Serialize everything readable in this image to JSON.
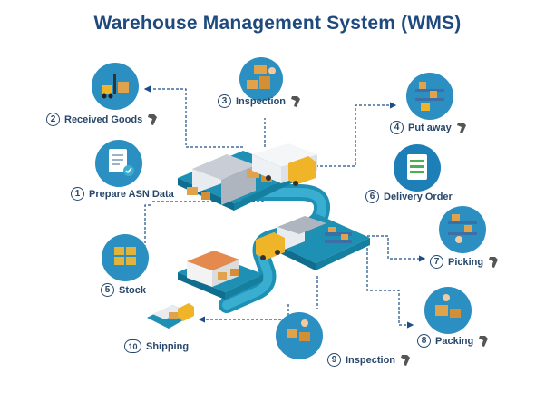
{
  "title": "Warehouse Management System (WMS)",
  "steps": [
    {
      "num": "1",
      "label": "Prepare ASN Data"
    },
    {
      "num": "2",
      "label": "Received Goods"
    },
    {
      "num": "3",
      "label": "Inspection"
    },
    {
      "num": "4",
      "label": "Put away"
    },
    {
      "num": "5",
      "label": "Stock"
    },
    {
      "num": "6",
      "label": "Delivery Order"
    },
    {
      "num": "7",
      "label": "Picking"
    },
    {
      "num": "8",
      "label": "Packing"
    },
    {
      "num": "9",
      "label": "Inspection"
    },
    {
      "num": "10",
      "label": "Shipping"
    }
  ],
  "colors": {
    "title": "#1f4a7e",
    "label": "#27476b",
    "track": "#1d90b4",
    "track_top": "#3aaed0",
    "circle_bg": "#2c8fc2",
    "dashed": "#1c4d86",
    "box": "#e0a24b",
    "truck": "#f0b428",
    "roof": "#c9ced6"
  }
}
